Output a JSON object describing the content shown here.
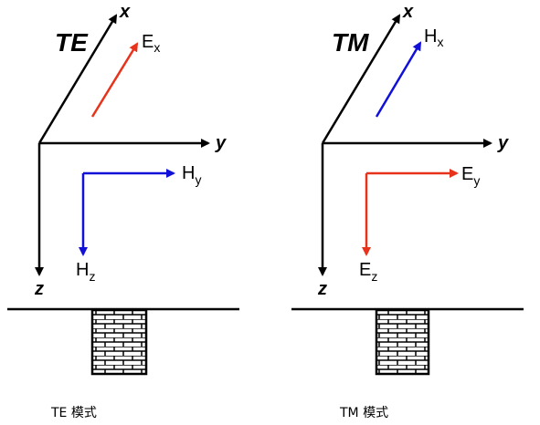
{
  "te_panel": {
    "mode_label": "TE",
    "axis_x": "x",
    "axis_y": "y",
    "axis_z": "z",
    "field_1": {
      "base": "E",
      "sub": "x",
      "color": "#e8331c"
    },
    "field_2": {
      "base": "H",
      "sub": "y",
      "color": "#1010d8"
    },
    "field_3": {
      "base": "H",
      "sub": "z",
      "color": "#1010d8"
    },
    "caption": "TE 模式"
  },
  "tm_panel": {
    "mode_label": "TM",
    "axis_x": "x",
    "axis_y": "y",
    "axis_z": "z",
    "field_1": {
      "base": "H",
      "sub": "x",
      "color": "#1010d8"
    },
    "field_2": {
      "base": "E",
      "sub": "y",
      "color": "#e8331c"
    },
    "field_3": {
      "base": "E",
      "sub": "z",
      "color": "#e8331c"
    },
    "caption": "TM 模式"
  },
  "colors": {
    "axis": "#000000",
    "electric": "#e8331c",
    "magnetic": "#1010d8",
    "brick": "#000000"
  }
}
